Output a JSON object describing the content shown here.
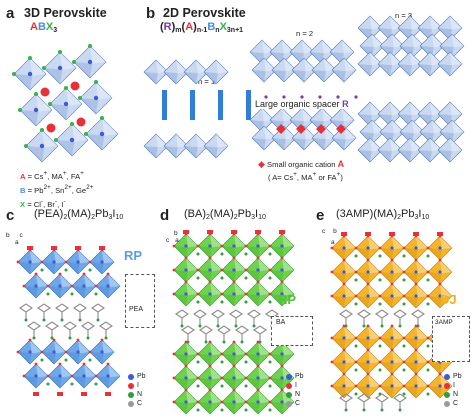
{
  "panel_a": {
    "letter": "a",
    "title": "3D Perovskite",
    "formula": {
      "A": "A",
      "B": "B",
      "X": "X",
      "sub": "3"
    },
    "legend": [
      {
        "key": "A",
        "eq": " = Cs",
        "ions": [
          "+",
          ", MA",
          "+",
          ", FA",
          "+"
        ],
        "color": "#e5323a"
      },
      {
        "key": "B",
        "eq": " = Pb",
        "ions": [
          "2+",
          ", Sn",
          "2+",
          ", Ge",
          "2+"
        ],
        "color": "#4a8be0"
      },
      {
        "key": "X",
        "eq": " = Cl",
        "ions": [
          "-",
          ", Br",
          "-",
          ", I",
          "-"
        ],
        "color": "#37b34a"
      }
    ]
  },
  "panel_b": {
    "letter": "b",
    "title": "2D Perovskite",
    "formula": {
      "R": "R",
      "m": "m",
      "A": "A",
      "n1": "n-1",
      "B": "B",
      "n": "n",
      "X": "X",
      "n3": "3n+1"
    },
    "n1": "n = 1",
    "n2": "n = 2",
    "n3_label": "n = 3",
    "spacer": "Large organic spacer",
    "spacer_R": "R",
    "cation": "Small organic cation",
    "cation_A": "A",
    "cation_sub": "( A= Cs",
    "cation_sub2": ", MA",
    "cation_sub3": " or FA",
    "cation_sub4": ")",
    "plus": "+"
  },
  "panel_c": {
    "letter": "c",
    "title": "(PEA)",
    "t2": "(MA)",
    "t3": "Pb",
    "t4": "I",
    "s1": "2",
    "s2": "2",
    "s3": "3",
    "s4": "10",
    "tag": "RP",
    "label": "PEA",
    "ax_b": "b",
    "ax_c": "c",
    "ax_a": "a"
  },
  "panel_d": {
    "letter": "d",
    "title": "(BA)",
    "t2": "(MA)",
    "t3": "Pb",
    "t4": "I",
    "s1": "2",
    "s2": "2",
    "s3": "3",
    "s4": "10",
    "tag": "RP",
    "label": "BA",
    "ax_b": "b",
    "ax_c": "c",
    "ax_a": "a"
  },
  "panel_e": {
    "letter": "e",
    "title": "(3AMP)(MA)",
    "t3": "Pb",
    "t4": "I",
    "s2": "2",
    "s3": "3",
    "s4": "10",
    "tag": "DJ",
    "label": "3AMP",
    "ax_b": "b",
    "ax_c": "c",
    "ax_a": "a"
  },
  "atom_legend": [
    {
      "name": "Pb",
      "color": "#3b5bd6"
    },
    {
      "name": "I",
      "color": "#e5323a"
    },
    {
      "name": "N",
      "color": "#2f9e3f"
    },
    {
      "name": "C",
      "color": "#999999"
    }
  ],
  "colors": {
    "blue_oct": "#6fa8e8",
    "green_oct": "#6ed24d",
    "orange_oct": "#f5b52a",
    "red": "#e5323a",
    "spacer_bar": "#2f7fd8",
    "rp_blue": "#5a9ee0",
    "rp_green": "#4fc23a",
    "dj_orange": "#f0b020",
    "purple": "#7a3ea0"
  }
}
